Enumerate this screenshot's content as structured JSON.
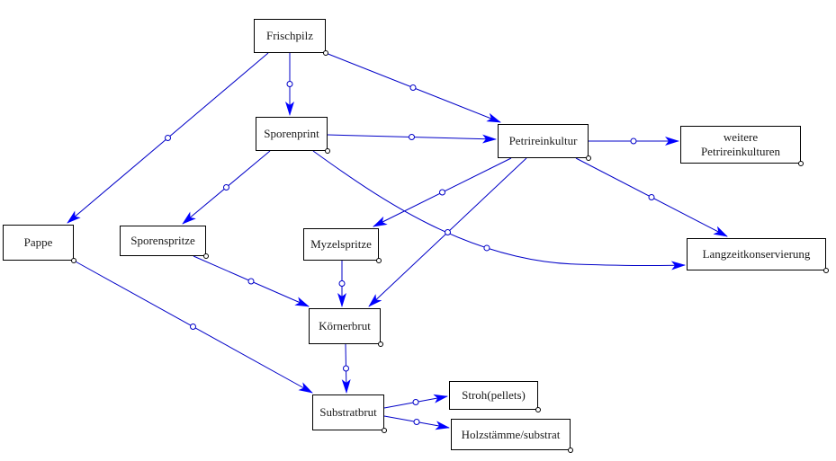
{
  "diagram": {
    "edge_color": "#0000c8",
    "arrow_color": "#0000ff",
    "nodes": [
      {
        "id": "frischpilz",
        "label": "Frischpilz"
      },
      {
        "id": "sporenprint",
        "label": "Sporenprint"
      },
      {
        "id": "petrireinkultur",
        "label": "Petrireinkultur"
      },
      {
        "id": "weitere",
        "label": "weitere\nPetrireinkulturen"
      },
      {
        "id": "langzeit",
        "label": "Langzeitkonservierung"
      },
      {
        "id": "pappe",
        "label": "Pappe"
      },
      {
        "id": "sporenspritze",
        "label": "Sporenspritze"
      },
      {
        "id": "myzelspritze",
        "label": "Myzelspritze"
      },
      {
        "id": "koernerbrut",
        "label": "Körnerbrut"
      },
      {
        "id": "substratbrut",
        "label": "Substratbrut"
      },
      {
        "id": "stroh",
        "label": "Stroh(pellets)"
      },
      {
        "id": "holz",
        "label": "Holzstämme/substrat"
      }
    ],
    "edges": [
      {
        "from": "frischpilz",
        "to": "sporenprint"
      },
      {
        "from": "frischpilz",
        "to": "pappe"
      },
      {
        "from": "frischpilz",
        "to": "petrireinkultur"
      },
      {
        "from": "sporenprint",
        "to": "petrireinkultur"
      },
      {
        "from": "sporenprint",
        "to": "sporenspritze"
      },
      {
        "from": "sporenprint",
        "to": "langzeit"
      },
      {
        "from": "petrireinkultur",
        "to": "weitere"
      },
      {
        "from": "petrireinkultur",
        "to": "langzeit"
      },
      {
        "from": "petrireinkultur",
        "to": "myzelspritze"
      },
      {
        "from": "petrireinkultur",
        "to": "koernerbrut"
      },
      {
        "from": "sporenspritze",
        "to": "koernerbrut"
      },
      {
        "from": "myzelspritze",
        "to": "koernerbrut"
      },
      {
        "from": "pappe",
        "to": "substratbrut"
      },
      {
        "from": "koernerbrut",
        "to": "substratbrut"
      },
      {
        "from": "substratbrut",
        "to": "stroh"
      },
      {
        "from": "substratbrut",
        "to": "holz"
      }
    ]
  }
}
